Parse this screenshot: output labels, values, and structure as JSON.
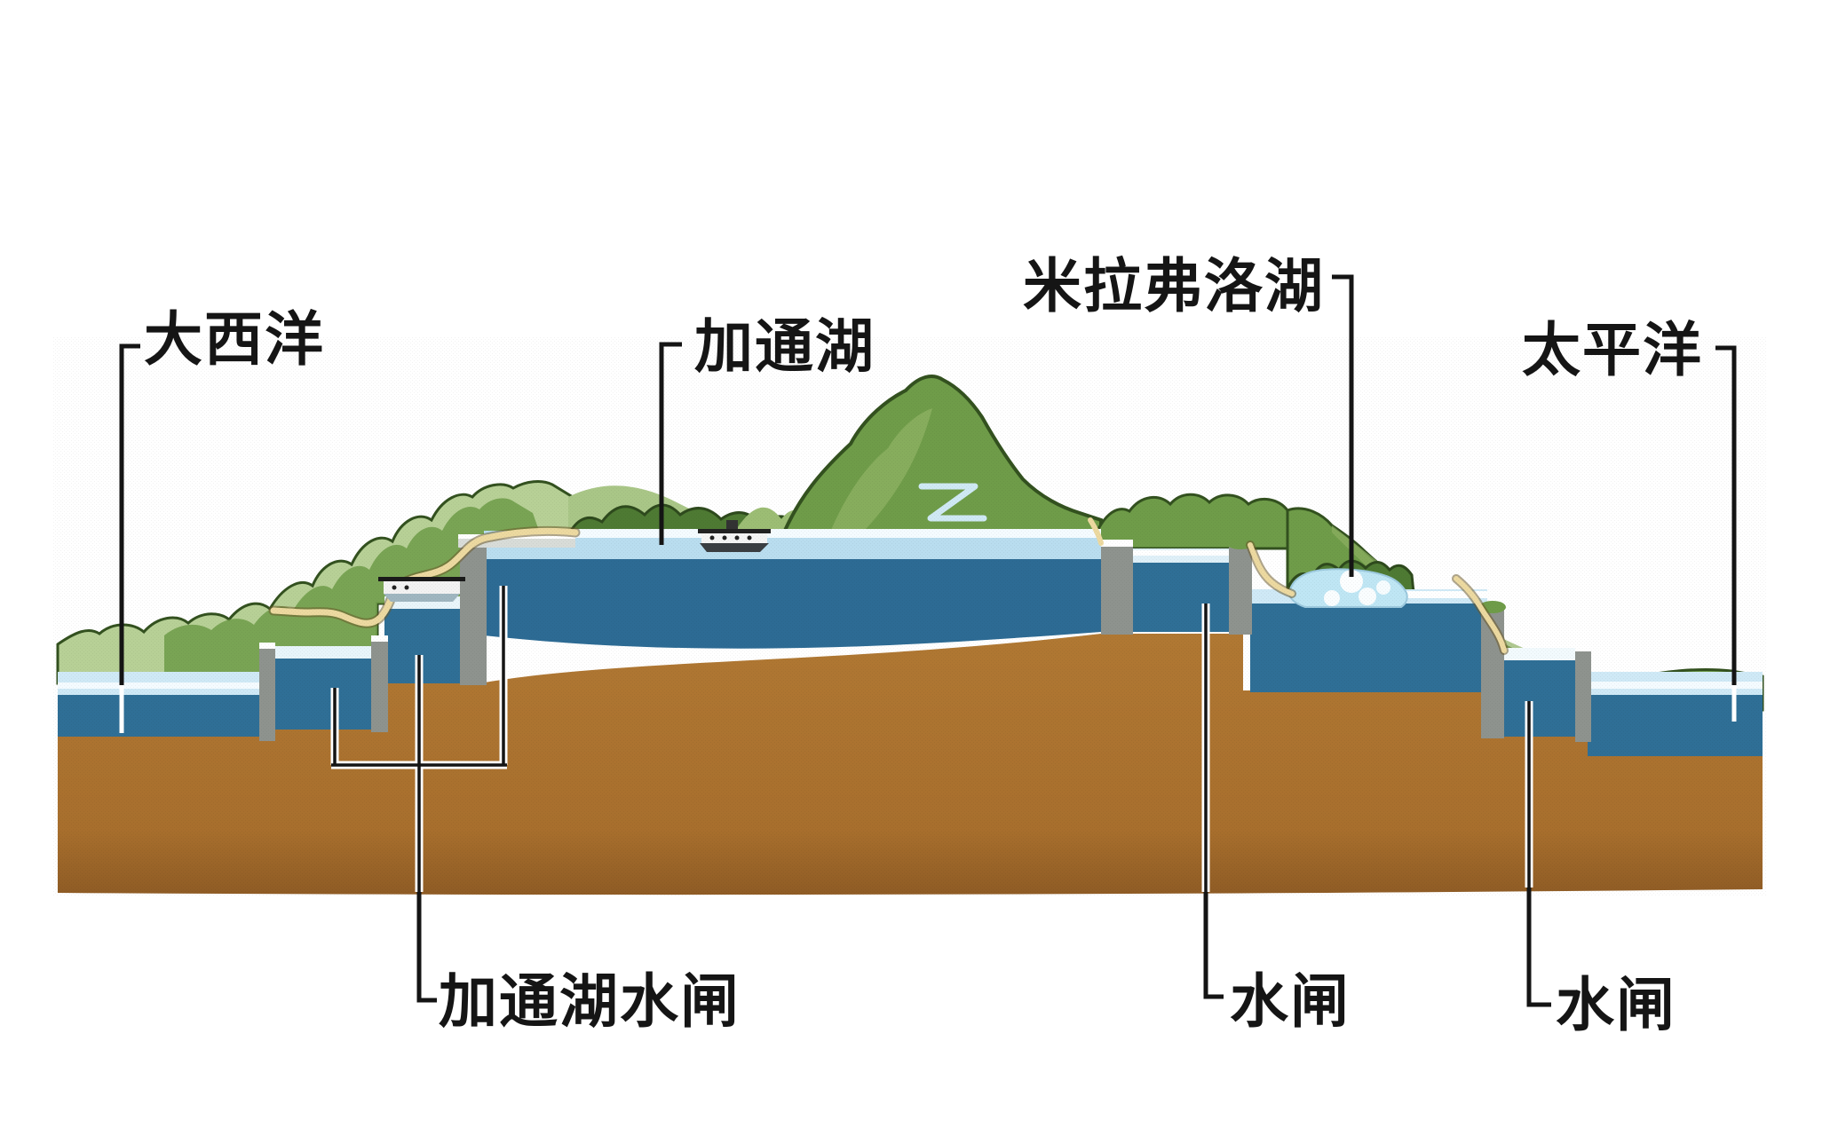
{
  "diagram": {
    "kind": "canal cross-section illustration",
    "labels": {
      "atlantic": "大西洋",
      "gatun_lake": "加通湖",
      "miraflores_lake": "米拉弗洛湖",
      "pacific": "太平洋",
      "gatun_locks": "加通湖水闸",
      "lock_mid": "水闸",
      "lock_right": "水闸"
    },
    "features": [
      {
        "name": "大西洋",
        "type": "ocean",
        "side": "left"
      },
      {
        "name": "加通湖",
        "type": "lake",
        "side": "center"
      },
      {
        "name": "米拉弗洛湖",
        "type": "lake",
        "side": "center-right"
      },
      {
        "name": "太平洋",
        "type": "ocean",
        "side": "right"
      },
      {
        "name": "加通湖水闸",
        "type": "lock",
        "chambers": 2
      },
      {
        "name": "水闸",
        "type": "lock",
        "position": "after Gatun Lake"
      },
      {
        "name": "水闸",
        "type": "lock",
        "position": "before Pacific"
      }
    ],
    "icons": [
      "ship-icon",
      "ship-icon",
      "channel-z-icon"
    ]
  },
  "palette": {
    "sky": "#ffffff",
    "dirt": "#a86f2d",
    "dirt_dark": "#8f5c25",
    "water_dark": "#2f6f96",
    "water_mid": "#3a7ba3",
    "water_light": "#cfe9f6",
    "surface_white": "#f4fbff",
    "grass_mid": "#6f9c49",
    "grass_pale": "#b7d096",
    "grass_dark": "#33511f",
    "treeline": "#4e7a33",
    "wall_gray": "#8e938e",
    "path_tan": "#ecd9a0",
    "line_black": "#141414",
    "line_white": "#ffffff",
    "label_color": "#151515"
  }
}
